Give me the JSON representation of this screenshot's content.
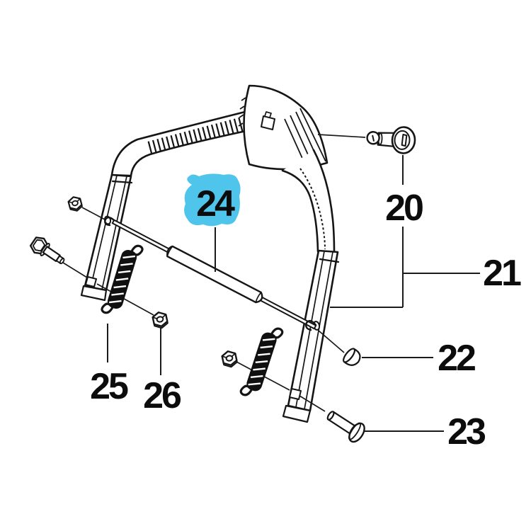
{
  "diagram": {
    "background_color": "#ffffff",
    "line_color": "#151515",
    "highlight": {
      "color": "#4FC5EC",
      "highlighted_part": "24"
    },
    "labels": {
      "p20": "20",
      "p21": "21",
      "p22": "22",
      "p23": "23",
      "p24": "24",
      "p25": "25",
      "p26": "26"
    }
  }
}
